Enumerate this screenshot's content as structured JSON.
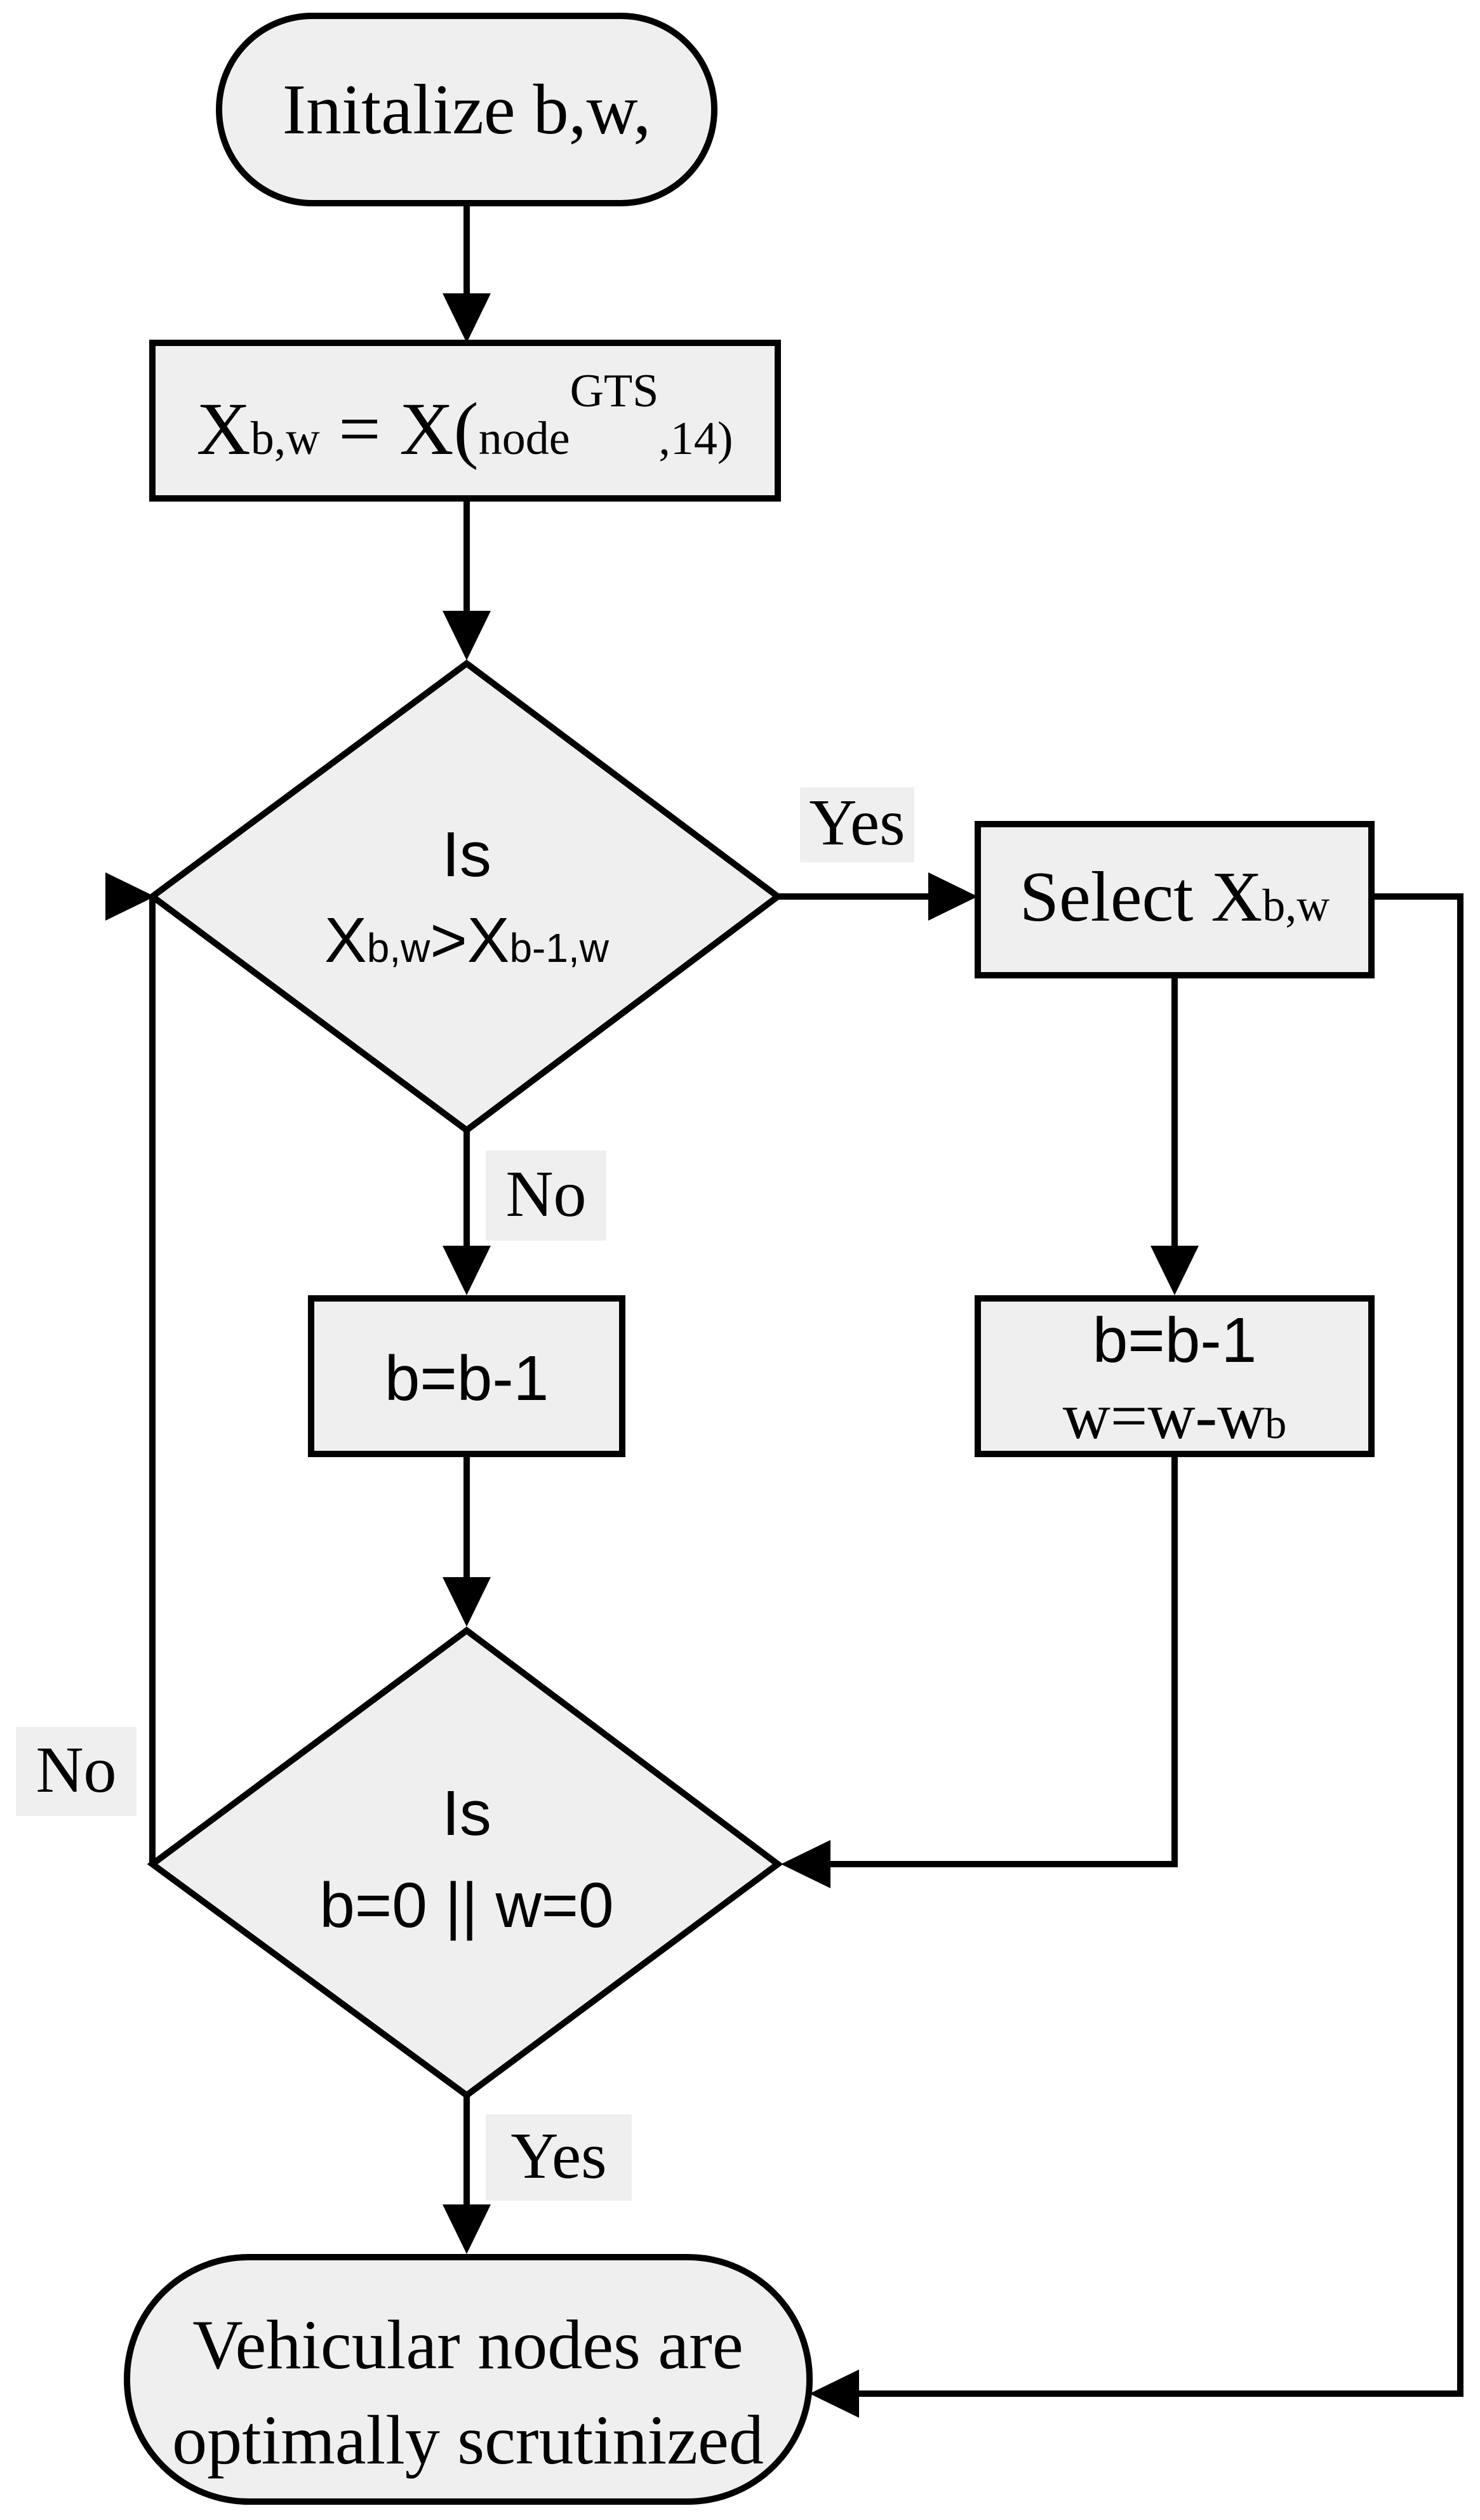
{
  "diagram": {
    "nodes": {
      "start": {
        "text": "Initalize b,w,"
      },
      "compute": {
        "lhs_base": "X",
        "lhs_sub": "b,w",
        "eq": " = X(",
        "arg_sub": "node",
        "arg_sup": "GTS",
        "tail_sub": ",14)"
      },
      "decision1": {
        "line1": "Is",
        "x1": "X",
        "s1": "b,w",
        "op": ">",
        "x2": "X",
        "s2": "b-1,w"
      },
      "select": {
        "text": "Select X",
        "sub": "b,w"
      },
      "decrement_b": {
        "text": "b=b-1"
      },
      "update_bw": {
        "line1": "b=b-1",
        "line2": "w=w-w",
        "line2_sub": "b"
      },
      "decision2": {
        "line1": "Is",
        "line2": "b=0 || w=0"
      },
      "end": {
        "line1": "Vehicular nodes are",
        "line2": "optimally scrutinized"
      }
    },
    "edge_labels": {
      "d1_yes": "Yes",
      "d1_no": "No",
      "d2_no": "No",
      "d2_yes": "Yes"
    }
  }
}
